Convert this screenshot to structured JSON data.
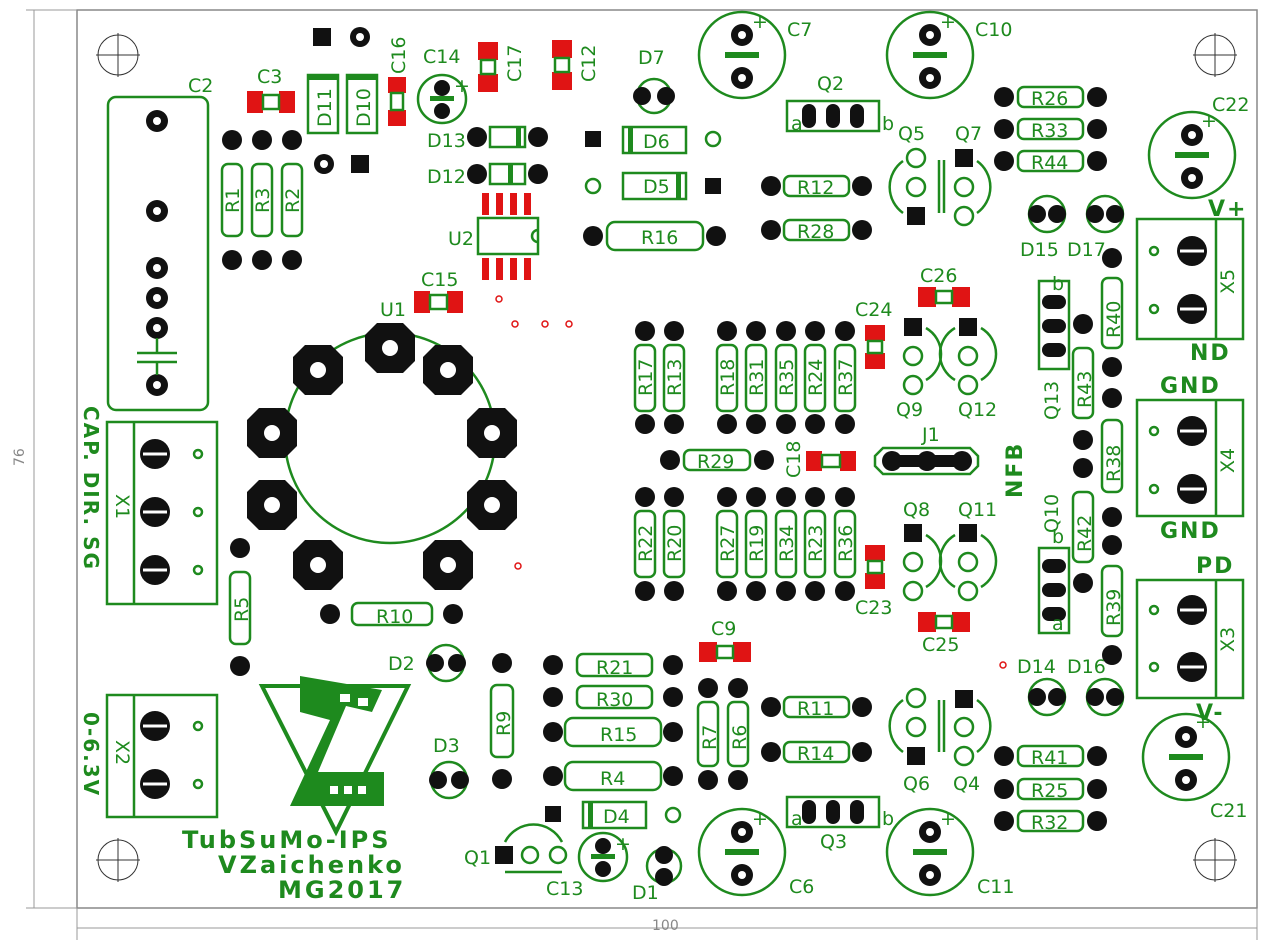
{
  "board": {
    "title_lines": [
      "TubSuMo-IPS",
      "VZaichenko",
      "MG2017"
    ],
    "dim_width": "100",
    "dim_height": "76",
    "colors": {
      "silk": "#1e8a1e",
      "pad": "#111111",
      "smd": "#e01414",
      "outline": "#888888"
    }
  },
  "connectors": {
    "x1": "X1",
    "x2": "X2",
    "x3": "X3",
    "x4": "X4",
    "x5": "X5",
    "x1_desc": "CAP. DIR. SG",
    "x2_desc": "0-6.3V",
    "v_plus": "V+",
    "v_minus": "V-",
    "nd": "ND",
    "gnd_top": "GND",
    "gnd_bottom": "GND",
    "pd": "PD",
    "nfb": "NFB",
    "j1": "J1"
  },
  "components": {
    "C2": "C2",
    "C3": "C3",
    "C16": "C16",
    "C14": "C14",
    "C17": "C17",
    "C12": "C12",
    "D7": "D7",
    "C7": "C7",
    "C10": "C10",
    "Q2": "Q2",
    "R26": "R26",
    "R33": "R33",
    "R44": "R44",
    "C22": "C22",
    "D11": "D11",
    "D10": "D10",
    "D13": "D13",
    "D12": "D12",
    "D6": "D6",
    "D5": "D5",
    "Q5": "Q5",
    "Q7": "Q7",
    "R12": "R12",
    "R28": "R28",
    "R16": "R16",
    "U2": "U2",
    "R1": "R1",
    "R3": "R3",
    "R2": "R2",
    "D15": "D15",
    "D17": "D17",
    "C15": "C15",
    "C26": "C26",
    "U1": "U1",
    "C24": "C24",
    "R17": "R17",
    "R13": "R13",
    "R18": "R18",
    "R31": "R31",
    "R35": "R35",
    "R24": "R24",
    "R37": "R37",
    "Q9": "Q9",
    "Q12": "Q12",
    "Q13": "Q13",
    "R43": "R43",
    "R40": "R40",
    "R29": "R29",
    "C18": "C18",
    "R38": "R38",
    "Q8": "Q8",
    "Q11": "Q11",
    "Q10": "Q10",
    "R42": "R42",
    "R22": "R22",
    "R20": "R20",
    "R27": "R27",
    "R19": "R19",
    "R34": "R34",
    "R23": "R23",
    "R36": "R36",
    "C23": "C23",
    "C25": "C25",
    "R39": "R39",
    "R5": "R5",
    "R10": "R10",
    "C9": "C9",
    "D2": "D2",
    "R21": "R21",
    "R30": "R30",
    "R15": "R15",
    "R4": "R4",
    "R7": "R7",
    "R6": "R6",
    "R11": "R11",
    "R14": "R14",
    "D14": "D14",
    "D16": "D16",
    "D3": "D3",
    "R9": "R9",
    "R41": "R41",
    "R25": "R25",
    "R32": "R32",
    "Q6": "Q6",
    "Q4": "Q4",
    "D4": "D4",
    "Q3": "Q3",
    "Q1": "Q1",
    "C13": "C13",
    "D1": "D1",
    "C6": "C6",
    "C11": "C11",
    "C21": "C21"
  }
}
